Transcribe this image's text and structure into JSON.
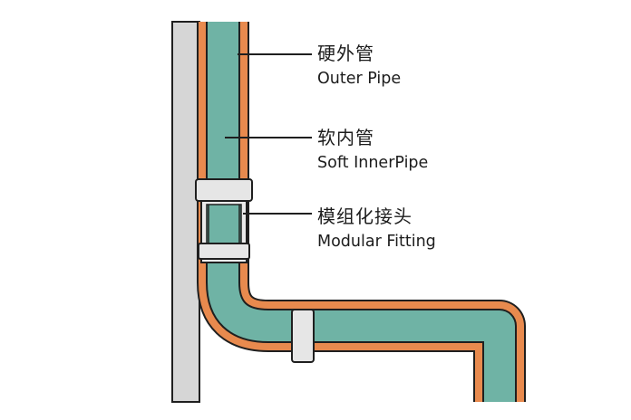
{
  "labels": {
    "outer_pipe": {
      "zh": "硬外管",
      "en": "Outer Pipe"
    },
    "inner_pipe": {
      "zh": "软内管",
      "en": "Soft InnerPipe"
    },
    "fitting": {
      "zh": "模组化接头",
      "en": "Modular Fitting"
    }
  },
  "colors": {
    "wall": "#d6d6d6",
    "outer_pipe": "#e88a4e",
    "inner_pipe": "#6fb3a5",
    "fitting": "#e6e6e6",
    "outline": "#1f1f1f"
  },
  "icons": [
    "wall",
    "outer-pipe",
    "soft-inner-pipe",
    "modular-fitting",
    "pipe-clamp"
  ]
}
